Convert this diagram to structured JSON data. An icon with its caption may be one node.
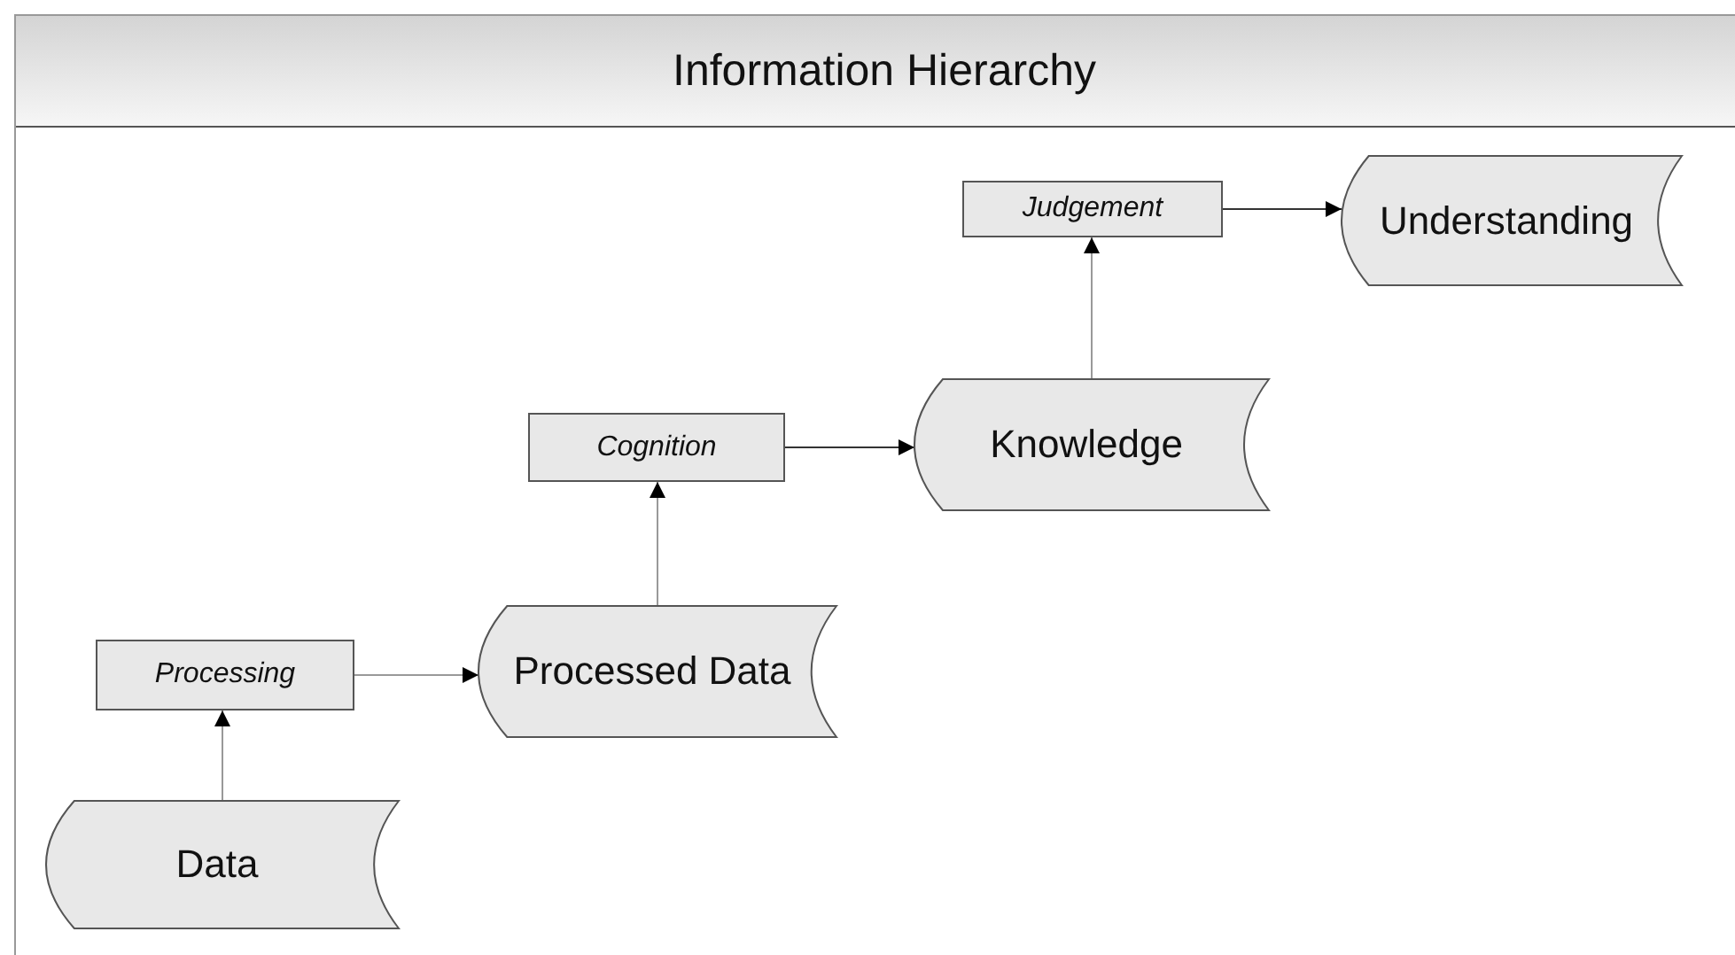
{
  "diagram": {
    "title": "Information Hierarchy",
    "nodes": [
      {
        "text": [
          "Judgement"
        ]
      },
      {
        "text": [
          "Understanding"
        ]
      },
      {
        "text": [
          "Cognition"
        ]
      },
      {
        "text": [
          "Knowledge"
        ]
      },
      {
        "text": [
          "Processing"
        ]
      },
      {
        "text": [
          "Processed Data"
        ]
      },
      {
        "text": [
          "Data"
        ]
      }
    ],
    "edges": [
      {
        "from": 6,
        "to": 4,
        "arrow": "to"
      },
      {
        "from": 4,
        "to": 5,
        "arrow": "to"
      },
      {
        "from": 5,
        "to": 2,
        "arrow": "to"
      },
      {
        "from": 2,
        "to": 3,
        "arrow": "to",
        "color": "#333333"
      },
      {
        "from": 3,
        "to": 0,
        "arrow": "to"
      },
      {
        "from": 0,
        "to": 1,
        "arrow": "to",
        "color": "#333333"
      }
    ]
  }
}
